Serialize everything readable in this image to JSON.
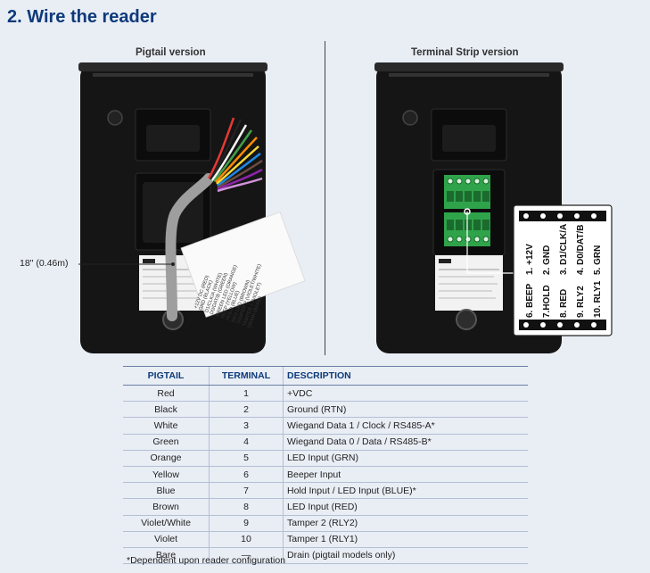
{
  "heading": "2. Wire the reader",
  "left_caption": "Pigtail version",
  "right_caption": "Terminal Strip version",
  "length_label": "18\" (0.46m)",
  "terminal_labels_top": [
    "1. +12V",
    "2. GND",
    "3. D1/CLK/A",
    "4. D0/DAT/B",
    "5. GRN"
  ],
  "terminal_labels_bottom": [
    "6. BEEP",
    "7.HOLD",
    "8. RED",
    "9. RLY2",
    "10. RLY1"
  ],
  "tag_lines": [
    "+12V DC (RED)",
    "GND (BLACK)",
    "D1/CLK/A (WHITE)",
    "D0/DAT/B (GREEN)",
    "GREEN LED (ORANGE)",
    "BEEP (YELLOW)",
    "HOLD (BLUE)",
    "RED LED (BROWN)",
    "TAMPER 2 (VIOLET/WHITE)",
    "TAMPER 1 (VIOLET)",
    "DRAIN (BARE)"
  ],
  "table": {
    "headers": [
      "PIGTAIL",
      "TERMINAL",
      "DESCRIPTION"
    ],
    "rows": [
      [
        "Red",
        "1",
        "+VDC"
      ],
      [
        "Black",
        "2",
        "Ground (RTN)"
      ],
      [
        "White",
        "3",
        "Wiegand Data 1 / Clock / RS485-A*"
      ],
      [
        "Green",
        "4",
        "Wiegand Data 0 / Data / RS485-B*"
      ],
      [
        "Orange",
        "5",
        "LED Input (GRN)"
      ],
      [
        "Yellow",
        "6",
        "Beeper Input"
      ],
      [
        "Blue",
        "7",
        "Hold Input / LED Input (BLUE)*"
      ],
      [
        "Brown",
        "8",
        "LED Input (RED)"
      ],
      [
        "Violet/White",
        "9",
        "Tamper 2 (RLY2)"
      ],
      [
        "Violet",
        "10",
        "Tamper 1 (RLY1)"
      ],
      [
        "Bare",
        "—",
        "Drain (pigtail models only)"
      ]
    ]
  },
  "footnote": "*Dependent upon reader configuration",
  "colors": {
    "heading": "#0d3a7a",
    "device": "#151515",
    "terminal_block": "#2fa34a",
    "wire_red": "#e53935",
    "wire_orange": "#fb8c00",
    "wire_yellow": "#fdd835",
    "wire_green": "#43a047",
    "wire_blue": "#1e88e5",
    "wire_violet": "#8e24aa",
    "wire_brown": "#6d4c41"
  }
}
